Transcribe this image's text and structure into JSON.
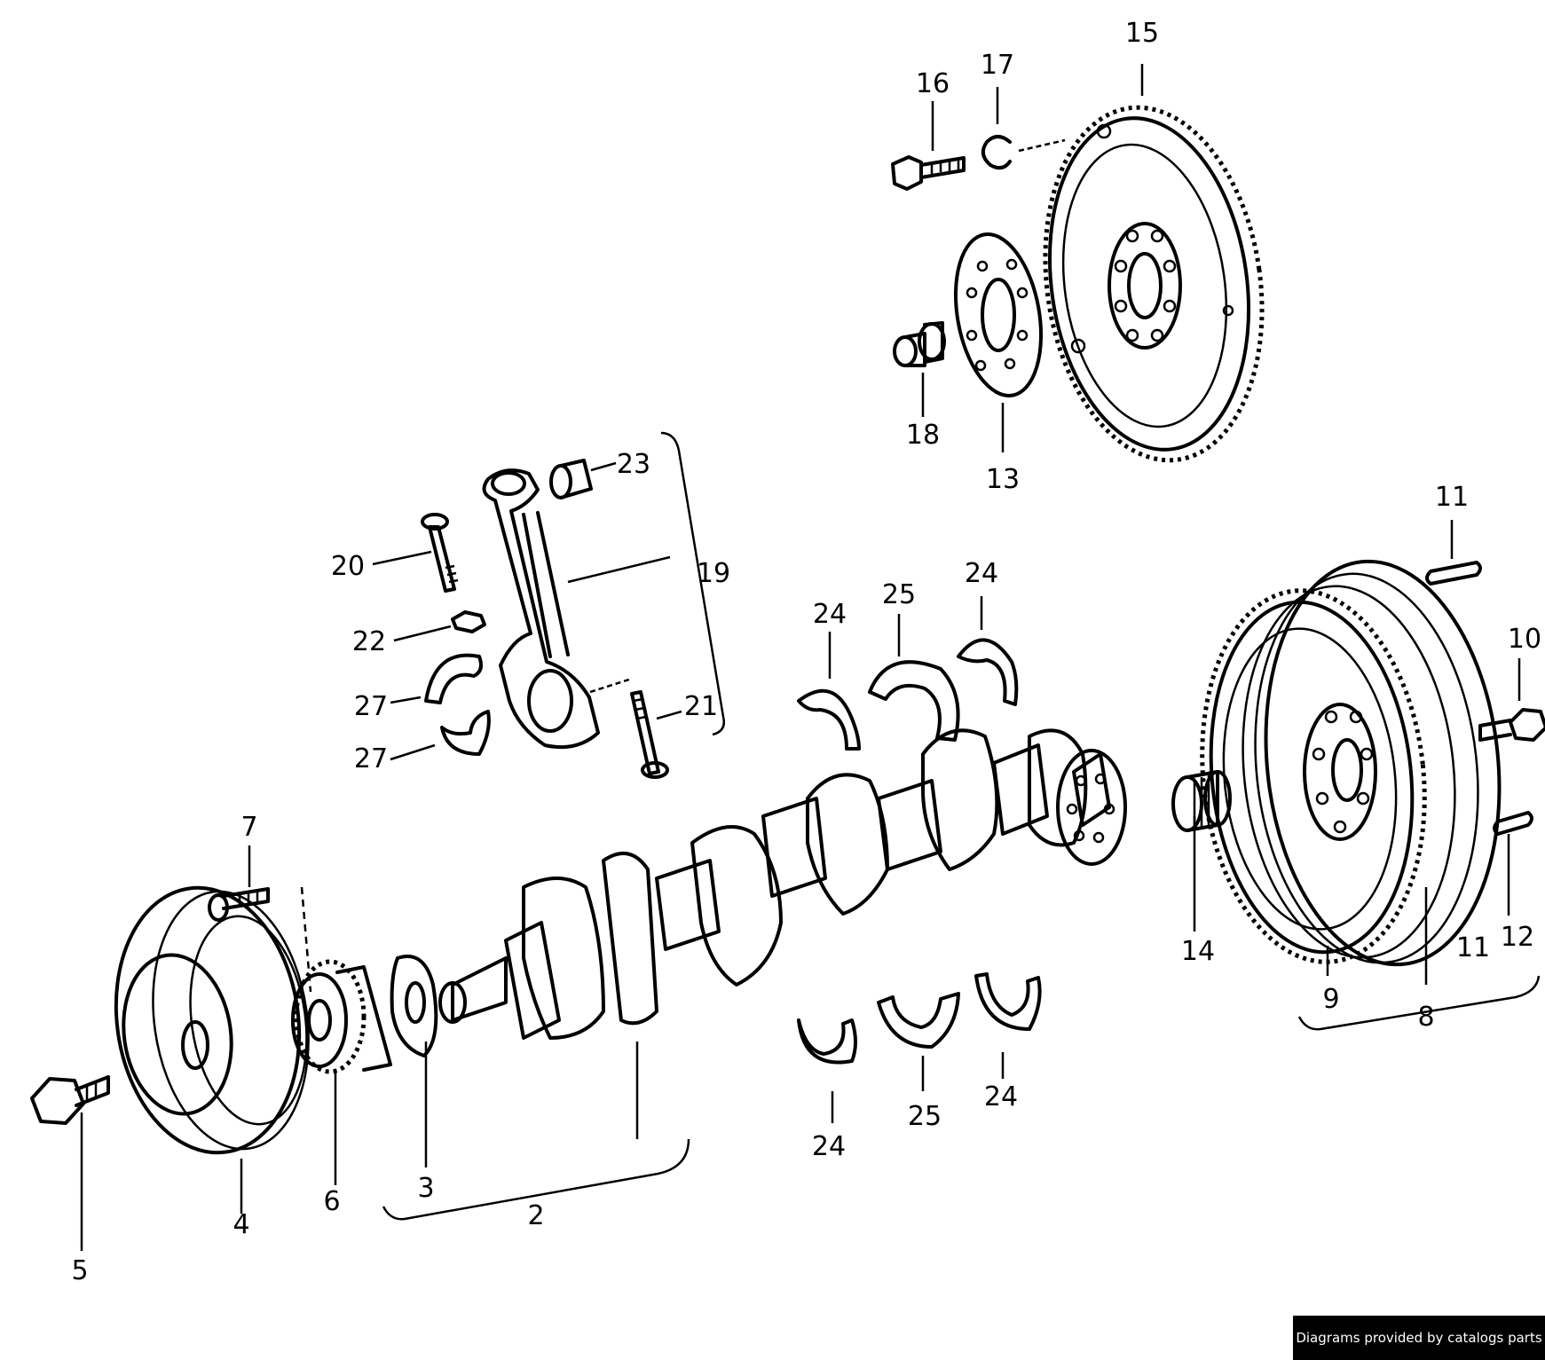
{
  "callouts": {
    "c2": "2",
    "c3": "3",
    "c4": "4",
    "c5": "5",
    "c6": "6",
    "c7": "7",
    "c8": "8",
    "c9": "9",
    "c10": "10",
    "c11a": "11",
    "c11b": "11",
    "c12": "12",
    "c13": "13",
    "c14": "14",
    "c15": "15",
    "c16": "16",
    "c17": "17",
    "c18": "18",
    "c19": "19",
    "c20": "20",
    "c21": "21",
    "c22": "22",
    "c23": "23",
    "c24a": "24",
    "c24b": "24",
    "c24c": "24",
    "c24d": "24",
    "c25a": "25",
    "c25b": "25",
    "c27a": "27",
    "c27b": "27"
  },
  "credit": "Diagrams provided by catalogs parts"
}
